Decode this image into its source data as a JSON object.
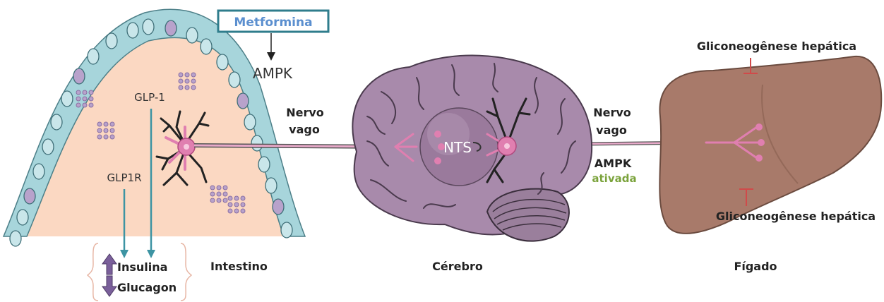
{
  "colors": {
    "metformina_text": "#5b8fcf",
    "metformina_border": "#2f7d8c",
    "gut_wall": "#a7d5db",
    "gut_lumen": "#fbd8c2",
    "goblet": "#b8a2cb",
    "brain": "#a88aab",
    "nts": "#9a7a9c",
    "neuron": "#e07fb0",
    "liver": "#a87a6a",
    "arrow_teal": "#3d94a3",
    "inhibit_red": "#d04a4a",
    "ativada_green": "#7ba33c",
    "updown_arrow": "#7a5f9a"
  },
  "labels": {
    "metformina": "Metformina",
    "ampk_gut": "AMPK",
    "glp1": "GLP-1",
    "glp1r": "GLP1R",
    "insulina": "Insulina",
    "glucagon": "Glucagon",
    "intestino": "Intestino",
    "nervo_left": "Nervo",
    "vago_left": "vago",
    "nts": "NTS",
    "cerebro": "Cérebro",
    "nervo_right": "Nervo",
    "vago_right": "vago",
    "ampk_right": "AMPK",
    "ativada": "ativada",
    "figado": "Fígado",
    "glico_top": "Gliconeogênese hepática",
    "glico_bottom": "Gliconeogênese hepática"
  },
  "icons": {
    "insulina_arrow": "arrow-up-icon",
    "glucagon_arrow": "arrow-down-icon"
  }
}
